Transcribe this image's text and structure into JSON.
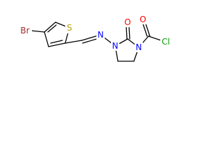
{
  "structure": {
    "atoms": {
      "br": {
        "label": "Br",
        "color": "#a52a2a"
      },
      "s": {
        "label": "S",
        "color": "#b8a000"
      },
      "n_imine": {
        "label": "N",
        "color": "#0000ff"
      },
      "n_ring": {
        "label": "N",
        "color": "#0000ff"
      },
      "n_acyl": {
        "label": "N",
        "color": "#0000ff"
      },
      "o_ring": {
        "label": "O",
        "color": "#ff0000"
      },
      "o_acyl": {
        "label": "O",
        "color": "#ff0000"
      },
      "cl": {
        "label": "Cl",
        "color": "#00a000"
      }
    }
  }
}
